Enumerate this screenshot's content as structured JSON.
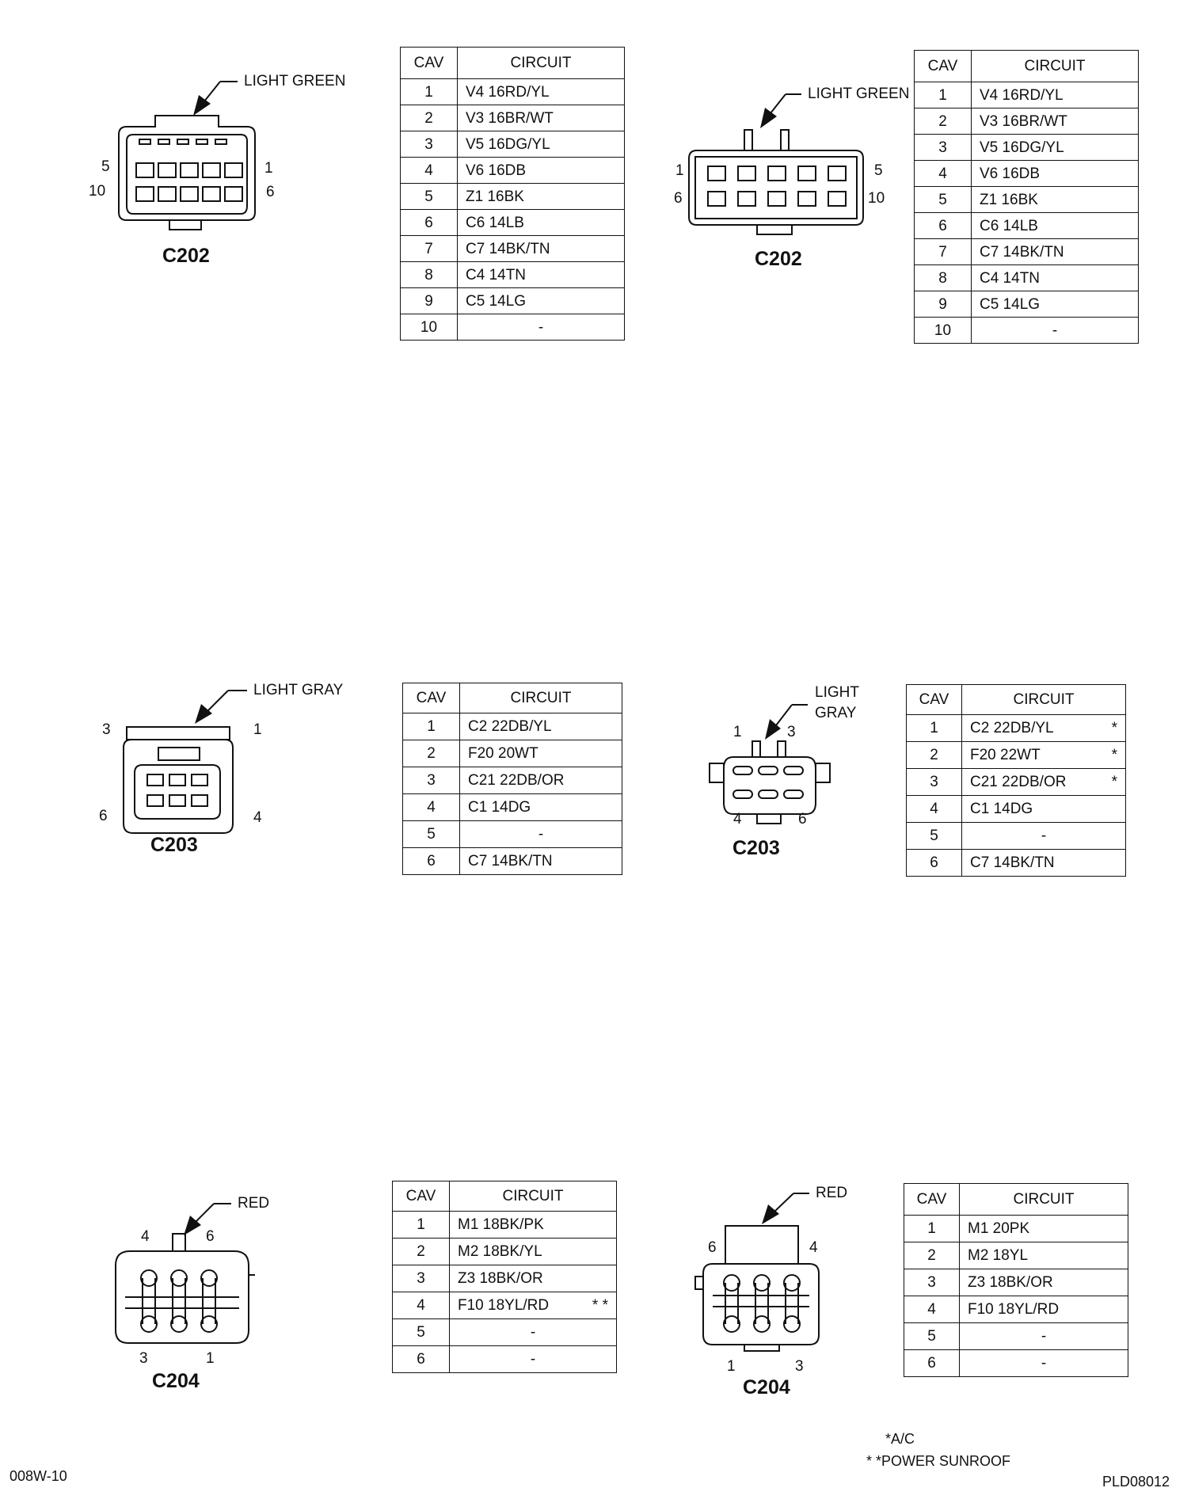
{
  "connectors": [
    {
      "id": "c202-left",
      "name": "C202",
      "color_label": "LIGHT GREEN",
      "pin_labels": [
        "5",
        "1",
        "10",
        "6"
      ],
      "table": {
        "headers": [
          "CAV",
          "CIRCUIT"
        ],
        "rows": [
          {
            "cav": "1",
            "circuit": "V4 16RD/YL",
            "mark": ""
          },
          {
            "cav": "2",
            "circuit": "V3 16BR/WT",
            "mark": ""
          },
          {
            "cav": "3",
            "circuit": "V5 16DG/YL",
            "mark": ""
          },
          {
            "cav": "4",
            "circuit": "V6 16DB",
            "mark": ""
          },
          {
            "cav": "5",
            "circuit": "Z1 16BK",
            "mark": ""
          },
          {
            "cav": "6",
            "circuit": "C6 14LB",
            "mark": ""
          },
          {
            "cav": "7",
            "circuit": "C7 14BK/TN",
            "mark": ""
          },
          {
            "cav": "8",
            "circuit": "C4 14TN",
            "mark": ""
          },
          {
            "cav": "9",
            "circuit": "C5 14LG",
            "mark": ""
          },
          {
            "cav": "10",
            "circuit": "-",
            "mark": ""
          }
        ]
      }
    },
    {
      "id": "c202-right",
      "name": "C202",
      "color_label": "LIGHT GREEN",
      "pin_labels": [
        "1",
        "5",
        "6",
        "10"
      ],
      "table": {
        "headers": [
          "CAV",
          "CIRCUIT"
        ],
        "rows": [
          {
            "cav": "1",
            "circuit": "V4 16RD/YL",
            "mark": ""
          },
          {
            "cav": "2",
            "circuit": "V3 16BR/WT",
            "mark": ""
          },
          {
            "cav": "3",
            "circuit": "V5 16DG/YL",
            "mark": ""
          },
          {
            "cav": "4",
            "circuit": "V6 16DB",
            "mark": ""
          },
          {
            "cav": "5",
            "circuit": "Z1 16BK",
            "mark": ""
          },
          {
            "cav": "6",
            "circuit": "C6 14LB",
            "mark": ""
          },
          {
            "cav": "7",
            "circuit": "C7 14BK/TN",
            "mark": ""
          },
          {
            "cav": "8",
            "circuit": "C4 14TN",
            "mark": ""
          },
          {
            "cav": "9",
            "circuit": "C5 14LG",
            "mark": ""
          },
          {
            "cav": "10",
            "circuit": "-",
            "mark": ""
          }
        ]
      }
    },
    {
      "id": "c203-left",
      "name": "C203",
      "color_label": "LIGHT GRAY",
      "pin_labels": [
        "3",
        "1",
        "6",
        "4"
      ],
      "table": {
        "headers": [
          "CAV",
          "CIRCUIT"
        ],
        "rows": [
          {
            "cav": "1",
            "circuit": "C2  22DB/YL",
            "mark": ""
          },
          {
            "cav": "2",
            "circuit": "F20  20WT",
            "mark": ""
          },
          {
            "cav": "3",
            "circuit": "C21  22DB/OR",
            "mark": ""
          },
          {
            "cav": "4",
            "circuit": "C1  14DG",
            "mark": ""
          },
          {
            "cav": "5",
            "circuit": "-",
            "mark": ""
          },
          {
            "cav": "6",
            "circuit": "C7  14BK/TN",
            "mark": ""
          }
        ]
      }
    },
    {
      "id": "c203-right",
      "name": "C203",
      "color_label_lines": [
        "LIGHT",
        "GRAY"
      ],
      "pin_labels": [
        "1",
        "3",
        "4",
        "6"
      ],
      "table": {
        "headers": [
          "CAV",
          "CIRCUIT"
        ],
        "rows": [
          {
            "cav": "1",
            "circuit": "C2  22DB/YL",
            "mark": "*"
          },
          {
            "cav": "2",
            "circuit": "F20  22WT",
            "mark": "*"
          },
          {
            "cav": "3",
            "circuit": "C21  22DB/OR",
            "mark": "*"
          },
          {
            "cav": "4",
            "circuit": "C1  14DG",
            "mark": ""
          },
          {
            "cav": "5",
            "circuit": "-",
            "mark": ""
          },
          {
            "cav": "6",
            "circuit": "C7  14BK/TN",
            "mark": ""
          }
        ]
      }
    },
    {
      "id": "c204-left",
      "name": "C204",
      "color_label": "RED",
      "pin_labels": [
        "4",
        "6",
        "3",
        "1"
      ],
      "table": {
        "headers": [
          "CAV",
          "CIRCUIT"
        ],
        "rows": [
          {
            "cav": "1",
            "circuit": "M1 18BK/PK",
            "mark": ""
          },
          {
            "cav": "2",
            "circuit": "M2 18BK/YL",
            "mark": ""
          },
          {
            "cav": "3",
            "circuit": "Z3 18BK/OR",
            "mark": ""
          },
          {
            "cav": "4",
            "circuit": "F10 18YL/RD",
            "mark": "* *"
          },
          {
            "cav": "5",
            "circuit": "-",
            "mark": ""
          },
          {
            "cav": "6",
            "circuit": "-",
            "mark": ""
          }
        ]
      }
    },
    {
      "id": "c204-right",
      "name": "C204",
      "color_label": "RED",
      "pin_labels": [
        "6",
        "4",
        "1",
        "3"
      ],
      "table": {
        "headers": [
          "CAV",
          "CIRCUIT"
        ],
        "rows": [
          {
            "cav": "1",
            "circuit": "M1 20PK",
            "mark": ""
          },
          {
            "cav": "2",
            "circuit": "M2 18YL",
            "mark": ""
          },
          {
            "cav": "3",
            "circuit": "Z3 18BK/OR",
            "mark": ""
          },
          {
            "cav": "4",
            "circuit": "F10 18YL/RD",
            "mark": ""
          },
          {
            "cav": "5",
            "circuit": "-",
            "mark": ""
          },
          {
            "cav": "6",
            "circuit": "-",
            "mark": ""
          }
        ]
      }
    }
  ],
  "legend": [
    {
      "symbol": "*",
      "text": "A/C"
    },
    {
      "symbol": "* *",
      "text": "POWER SUNROOF"
    }
  ],
  "footer": {
    "left_code": "008W-10",
    "right_code": "PLD08012"
  }
}
